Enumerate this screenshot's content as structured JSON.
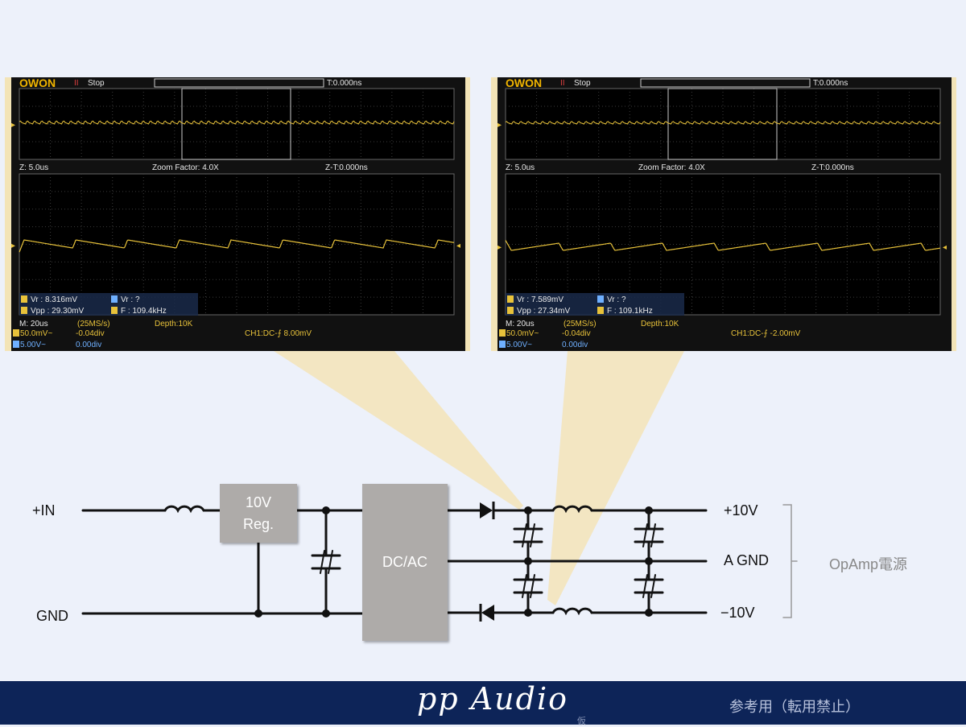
{
  "scopes": [
    {
      "brand": "OWON",
      "state": "Stop",
      "t_offset": "T:0.000ns",
      "z_scale": "Z: 5.0us",
      "zoom_factor": "Zoom Factor: 4.0X",
      "z_t": "Z-T:0.000ns",
      "meas": {
        "vr1": "Vr : 8.316mV",
        "vr2": "Vr :    ?",
        "vpp": "Vpp : 29.30mV",
        "f": "F : 109.4kHz"
      },
      "m_scale": "M: 20us",
      "rate": "(25MS/s)",
      "depth": "Depth:10K",
      "ch1": "50.0mV~",
      "ch1_off": "-0.04div",
      "ch2": "5.00V~",
      "ch2_off": "0.00div",
      "trigger": "CH1:DC-⨍ 8.00mV"
    },
    {
      "brand": "OWON",
      "state": "Stop",
      "t_offset": "T:0.000ns",
      "z_scale": "Z: 5.0us",
      "zoom_factor": "Zoom Factor: 4.0X",
      "z_t": "Z-T:0.000ns",
      "meas": {
        "vr1": "Vr : 7.589mV",
        "vr2": "Vr :    ?",
        "vpp": "Vpp : 27.34mV",
        "f": "F : 109.1kHz"
      },
      "m_scale": "M: 20us",
      "rate": "(25MS/s)",
      "depth": "Depth:10K",
      "ch1": "50.0mV~",
      "ch1_off": "-0.04div",
      "ch2": "5.00V~",
      "ch2_off": "0.00div",
      "trigger": "CH1:DC-⨍ -2.00mV"
    }
  ],
  "circuit": {
    "in_plus": "+IN",
    "gnd": "GND",
    "reg_line1": "10V",
    "reg_line2": "Reg.",
    "dcac": "DC/AC",
    "out_pos": "+10V",
    "out_gnd": "A GND",
    "out_neg": "−10V",
    "group_label": "OpAmp電源"
  },
  "footer": {
    "brand": "pp Audio",
    "brand_small": "仮",
    "notice": "参考用（転用禁止）"
  },
  "colors": {
    "footer_bg": "#0d2458",
    "beam": "#f3e4b7",
    "trace": "#e8c23a",
    "block": "#aeaba9"
  }
}
